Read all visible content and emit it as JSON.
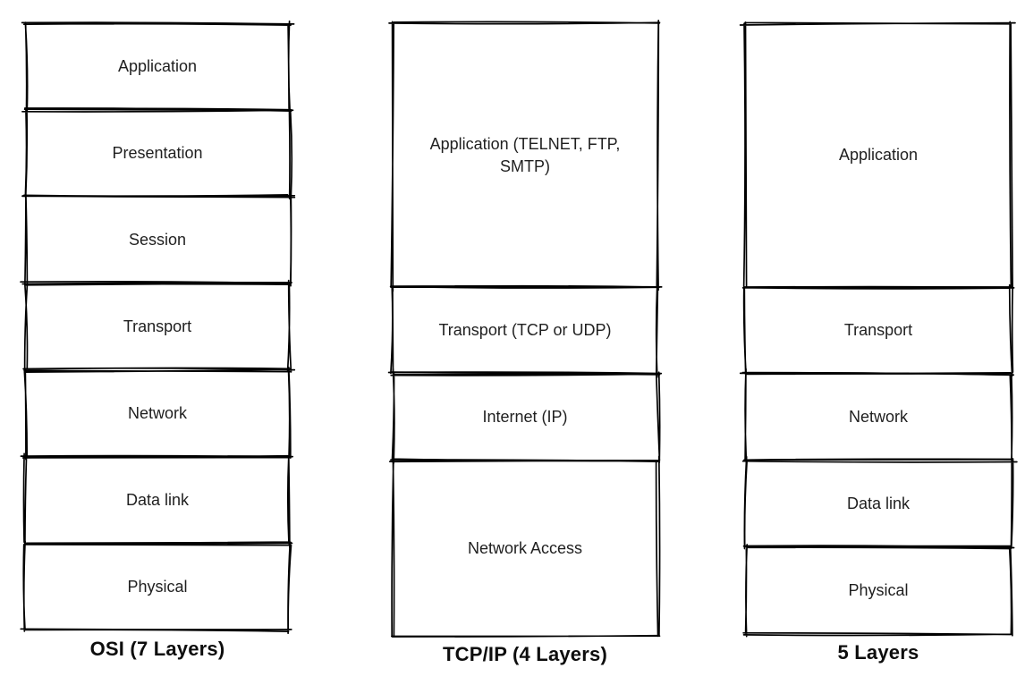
{
  "diagram": {
    "colors": {
      "stroke": "#000000",
      "text": "#1f1f1f",
      "background": "#ffffff"
    },
    "columns": [
      {
        "id": "osi",
        "caption": "OSI (7 Layers)",
        "layers": [
          {
            "label": "Application",
            "units": 1
          },
          {
            "label": "Presentation",
            "units": 1
          },
          {
            "label": "Session",
            "units": 1
          },
          {
            "label": "Transport",
            "units": 1
          },
          {
            "label": "Network",
            "units": 1
          },
          {
            "label": "Data link",
            "units": 1
          },
          {
            "label": "Physical",
            "units": 1
          }
        ]
      },
      {
        "id": "tcpip",
        "caption": "TCP/IP (4 Layers)",
        "layers": [
          {
            "label": "Application (TELNET, FTP, SMTP)",
            "units": 3
          },
          {
            "label": "Transport (TCP or UDP)",
            "units": 1
          },
          {
            "label": "Internet (IP)",
            "units": 1
          },
          {
            "label": "Network Access",
            "units": 2
          }
        ]
      },
      {
        "id": "five-layer",
        "caption": "5 Layers",
        "layers": [
          {
            "label": "Application",
            "units": 3
          },
          {
            "label": "Transport",
            "units": 1
          },
          {
            "label": "Network",
            "units": 1
          },
          {
            "label": "Data link",
            "units": 1
          },
          {
            "label": "Physical",
            "units": 1
          }
        ]
      }
    ]
  }
}
